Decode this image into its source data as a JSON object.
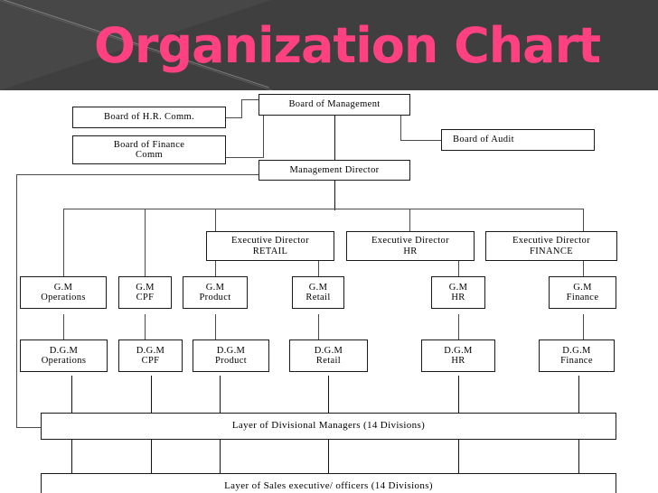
{
  "header": {
    "title": "Organization Chart",
    "title_color": "#ff4081",
    "background_color": "#3f3f3f",
    "wedge_color": "#474747"
  },
  "chart_data": {
    "type": "diagram",
    "diagram_type": "organization-chart",
    "title": "Organization Chart",
    "nodes": [
      {
        "id": "board-management",
        "label": "Board of Management",
        "level": 0
      },
      {
        "id": "board-hr-comm",
        "label": "Board of H.R. Comm.",
        "level": 0
      },
      {
        "id": "board-finance-comm",
        "label": "Board of Finance\nComm",
        "level": 0
      },
      {
        "id": "board-audit",
        "label": "Board of Audit",
        "level": 0
      },
      {
        "id": "management-director",
        "label": "Management Director",
        "level": 1
      },
      {
        "id": "ed-retail",
        "label": "Executive Director\nRETAIL",
        "level": 2
      },
      {
        "id": "ed-hr",
        "label": "Executive Director\nHR",
        "level": 2
      },
      {
        "id": "ed-finance",
        "label": "Executive Director\nFINANCE",
        "level": 2
      },
      {
        "id": "gm-operations",
        "label": "G.M\nOperations",
        "level": 3
      },
      {
        "id": "gm-cpf",
        "label": "G.M\nCPF",
        "level": 3
      },
      {
        "id": "gm-product",
        "label": "G.M\nProduct",
        "level": 3
      },
      {
        "id": "gm-retail",
        "label": "G.M\nRetail",
        "level": 3
      },
      {
        "id": "gm-hr",
        "label": "G.M\nHR",
        "level": 3
      },
      {
        "id": "gm-finance",
        "label": "G.M\nFinance",
        "level": 3
      },
      {
        "id": "dgm-operations",
        "label": "D.G.M\nOperations",
        "level": 4
      },
      {
        "id": "dgm-cpf",
        "label": "D.G.M\nCPF",
        "level": 4
      },
      {
        "id": "dgm-product",
        "label": "D.G.M\nProduct",
        "level": 4
      },
      {
        "id": "dgm-retail",
        "label": "D.G.M\nRetail",
        "level": 4
      },
      {
        "id": "dgm-hr",
        "label": "D.G.M\nHR",
        "level": 4
      },
      {
        "id": "dgm-finance",
        "label": "D.G.M\nFinance",
        "level": 4
      },
      {
        "id": "layer-divisional",
        "label": "Layer of Divisional Managers (14 Divisions)",
        "level": 5
      },
      {
        "id": "layer-sales",
        "label": "Layer of Sales executive/ officers (14 Divisions)",
        "level": 6
      }
    ],
    "edges": [
      {
        "from": "board-hr-comm",
        "to": "board-management"
      },
      {
        "from": "board-finance-comm",
        "to": "board-management"
      },
      {
        "from": "board-management",
        "to": "board-audit"
      },
      {
        "from": "board-management",
        "to": "management-director"
      },
      {
        "from": "management-director",
        "to": "ed-retail"
      },
      {
        "from": "management-director",
        "to": "ed-hr"
      },
      {
        "from": "management-director",
        "to": "ed-finance"
      },
      {
        "from": "management-director",
        "to": "gm-operations"
      },
      {
        "from": "management-director",
        "to": "gm-cpf"
      },
      {
        "from": "ed-retail",
        "to": "gm-product"
      },
      {
        "from": "ed-retail",
        "to": "gm-retail"
      },
      {
        "from": "ed-hr",
        "to": "gm-hr"
      },
      {
        "from": "ed-finance",
        "to": "gm-finance"
      },
      {
        "from": "gm-operations",
        "to": "dgm-operations"
      },
      {
        "from": "gm-cpf",
        "to": "dgm-cpf"
      },
      {
        "from": "gm-product",
        "to": "dgm-product"
      },
      {
        "from": "gm-retail",
        "to": "dgm-retail"
      },
      {
        "from": "gm-hr",
        "to": "dgm-hr"
      },
      {
        "from": "gm-finance",
        "to": "dgm-finance"
      },
      {
        "from": "dgm-operations",
        "to": "layer-divisional"
      },
      {
        "from": "dgm-cpf",
        "to": "layer-divisional"
      },
      {
        "from": "dgm-product",
        "to": "layer-divisional"
      },
      {
        "from": "dgm-retail",
        "to": "layer-divisional"
      },
      {
        "from": "dgm-hr",
        "to": "layer-divisional"
      },
      {
        "from": "dgm-finance",
        "to": "layer-divisional"
      },
      {
        "from": "layer-divisional",
        "to": "layer-sales"
      }
    ],
    "box_border_color": "#1a1a1a",
    "connector_color": "#4a4a4a",
    "box_fill_color": "#ffffff"
  },
  "boxes": {
    "board_management": "Board of Management",
    "board_hr_comm": "Board of H.R. Comm.",
    "board_finance_comm": "Board of Finance\nComm",
    "board_audit": "Board of Audit",
    "management_director": "Management Director",
    "ed_retail": "Executive Director\nRETAIL",
    "ed_hr": "Executive Director\nHR",
    "ed_finance": "Executive Director\nFINANCE",
    "gm_operations": "G.M\nOperations",
    "gm_cpf": "G.M\nCPF",
    "gm_product": "G.M\nProduct",
    "gm_retail": "G.M\nRetail",
    "gm_hr": "G.M\nHR",
    "gm_finance": "G.M\nFinance",
    "dgm_operations": "D.G.M\nOperations",
    "dgm_cpf": "D.G.M\nCPF",
    "dgm_product": "D.G.M\nProduct",
    "dgm_retail": "D.G.M\nRetail",
    "dgm_hr": "D.G.M\nHR",
    "dgm_finance": "D.G.M\nFinance",
    "layer_divisional": "Layer of Divisional Managers (14 Divisions)",
    "layer_sales": "Layer of Sales executive/ officers (14 Divisions)"
  }
}
